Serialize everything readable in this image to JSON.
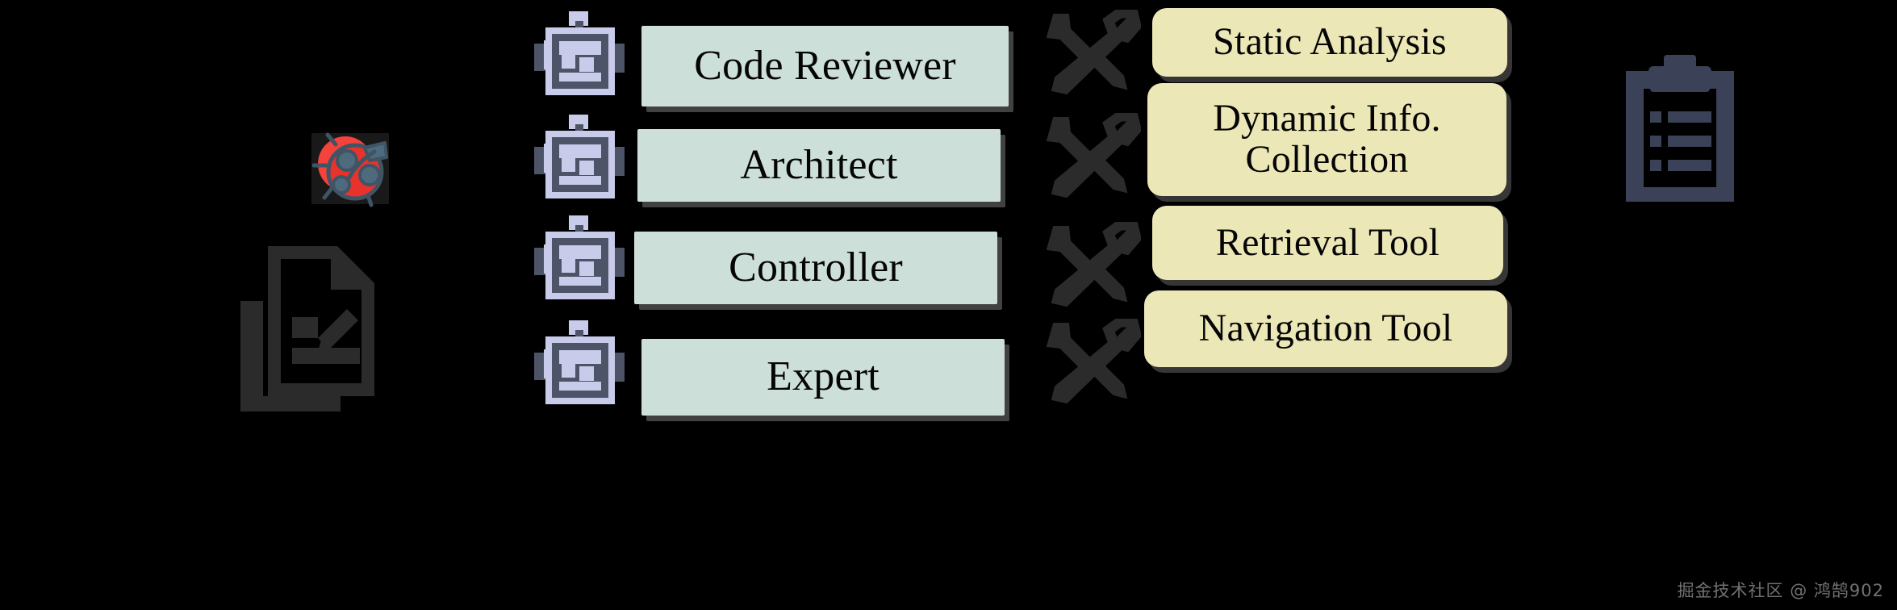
{
  "diagram": {
    "background_color": "#000000",
    "agent_box_color": "#cddfd9",
    "tool_box_color": "#ece7b6",
    "text_color": "#050505",
    "robot_body_color": "#c9cbea",
    "robot_outline_color": "#4d5467",
    "tool_icon_color": "#2b2b2b",
    "document_icon_color": "#2b2b2b",
    "clipboard_icon_color": "#3b4156",
    "bug_icon_color": "#f4423c"
  },
  "left_icons": {
    "bug": {
      "name": "bug-icon",
      "label": "Bug"
    },
    "documents": {
      "name": "documents-icon",
      "label": "Code Files"
    }
  },
  "agents": [
    {
      "label": "Code Reviewer",
      "icon": "robot-icon"
    },
    {
      "label": "Architect",
      "icon": "robot-icon"
    },
    {
      "label": "Controller",
      "icon": "robot-icon"
    },
    {
      "label": "Expert",
      "icon": "robot-icon"
    }
  ],
  "tools": [
    {
      "label": "Static Analysis",
      "line1": "Static Analysis",
      "line2": "",
      "icon": "tools-icon"
    },
    {
      "label": "Dynamic Info. Collection",
      "line1": "Dynamic Info.",
      "line2": "Collection",
      "icon": "tools-icon"
    },
    {
      "label": "Retrieval Tool",
      "line1": "Retrieval Tool",
      "line2": "",
      "icon": "tools-icon"
    },
    {
      "label": "Navigation Tool",
      "line1": "Navigation Tool",
      "line2": "",
      "icon": "tools-icon"
    }
  ],
  "right_icons": {
    "report": {
      "name": "clipboard-report-icon",
      "label": "Report"
    }
  },
  "watermark": {
    "text": "掘金技术社区 @ 鸿鹄902"
  }
}
